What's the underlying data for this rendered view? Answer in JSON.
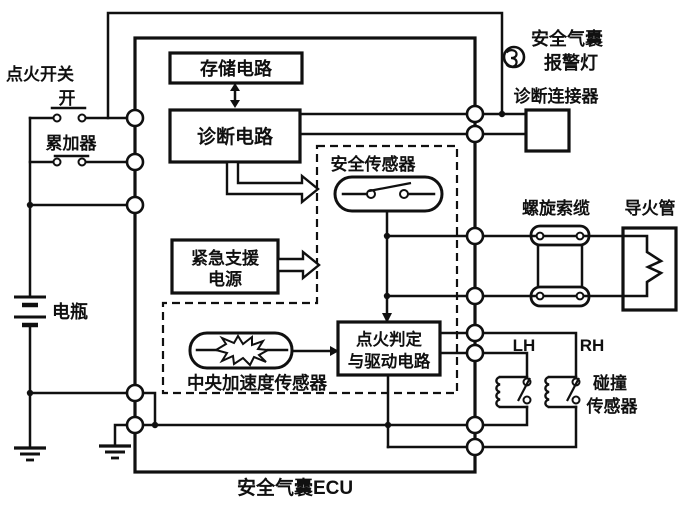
{
  "diagram": {
    "ecu_label": "安全气囊ECU",
    "ignition_switch_label": "点火开关",
    "ignition_on_label": "开",
    "accumulator_label": "累加器",
    "battery_label": "电瓶",
    "storage_circuit_label": "存储电路",
    "diagnosis_circuit_label": "诊断电路",
    "backup_power_line1": "紧急支援",
    "backup_power_line2": "电源",
    "safety_sensor_label": "安全传感器",
    "central_accel_sensor_label": "中央加速度传感器",
    "ignition_judge_line1": "点火判定",
    "ignition_judge_line2": "与驱动电路",
    "warning_lamp_line1": "安全气囊",
    "warning_lamp_line2": "报警灯",
    "diag_connector_label": "诊断连接器",
    "spiral_cable_label": "螺旋索缆",
    "squib_label": "导火管",
    "lh_label": "LH",
    "rh_label": "RH",
    "crash_sensor_line1": "碰撞",
    "crash_sensor_line2": "传感器",
    "line_color": "#101010",
    "bg_color": "#ffffff"
  }
}
